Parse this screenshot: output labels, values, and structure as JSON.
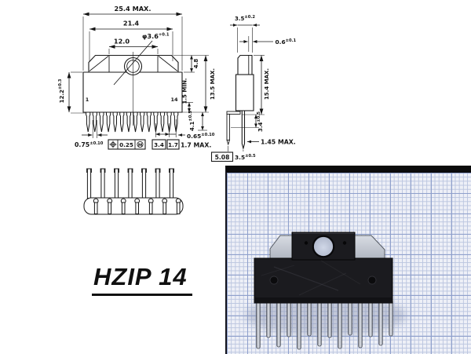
{
  "label": {
    "text": "HZIP 14"
  },
  "front_view": {
    "pin_first": "1",
    "pin_last": "14",
    "dim_width": "25.4 MAX.",
    "dim_tab_width": "21.4",
    "dim_hole_span": "12.0",
    "dim_hole_dia": "φ3.6",
    "dim_hole_dia_tol": "+0.1",
    "dim_body_height": "12.2",
    "dim_body_height_tol": "±0.3",
    "dim_tab_height": "4.8",
    "dim_total_height": "13.5 MAX.",
    "dim_standoff": "1.5 MIN.",
    "dim_lead_width": "0.75",
    "dim_lead_width_tol": "±0.10",
    "gdt_value": "0.25",
    "gdt_modifier": "M",
    "dim_pitch_wide": "3.4",
    "dim_pitch_narrow": "1.7",
    "dim_lead_thick": "1.7 MAX.",
    "dim_lead_width2": "0.65",
    "dim_lead_width2_tol": "±0.10",
    "dim_bend_length": "4.1",
    "dim_bend_length_tol": "±0.5"
  },
  "side_view": {
    "dim_tab_thick": "3.5",
    "dim_tab_thick_tol": "±0.2",
    "dim_fin_thick": "0.6",
    "dim_fin_thick_tol": "±0.1",
    "dim_total_height": "15.4 MAX.",
    "dim_bend_height": "3.4",
    "dim_bend_height_tol": "±0.5",
    "dim_lead_thick": "1.45 MAX.",
    "dim_row_pitch": "5.08",
    "dim_lead_proj": "3.5",
    "dim_lead_proj_tol": "±0.5"
  }
}
